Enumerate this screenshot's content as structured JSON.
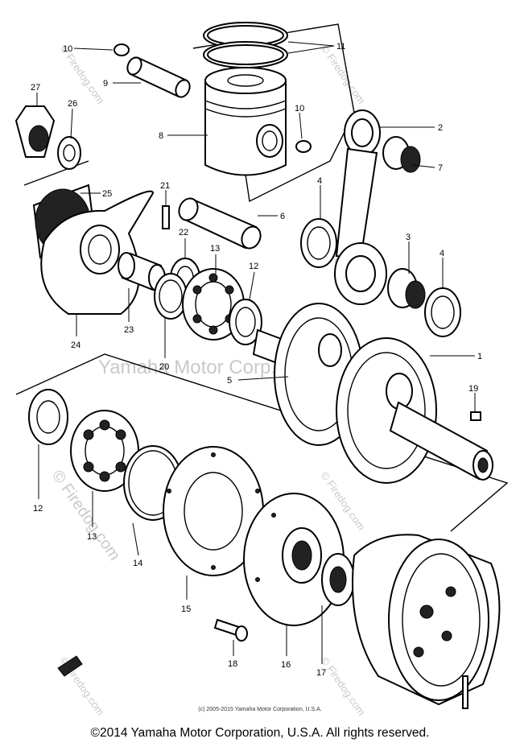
{
  "diagram": {
    "watermark_center": "Yamaha Motor Corp., U.S.A.",
    "watermark_side": "© Firedog.com",
    "watermark_repeat": "© Firedog.com",
    "small_copyright": "(c) 2005-2015 Yamaha Motor Corporation, U.S.A.",
    "footer_copyright": "©2014 Yamaha Motor Corporation, U.S.A. All rights reserved.",
    "callouts": {
      "p1": "1",
      "p2": "2",
      "p3": "3",
      "p4a": "4",
      "p4b": "4",
      "p5": "5",
      "p6": "6",
      "p7": "7",
      "p8": "8",
      "p9": "9",
      "p10a": "10",
      "p10b": "10",
      "p11": "11",
      "p12a": "12",
      "p12b": "12",
      "p13a": "13",
      "p13b": "13",
      "p14": "14",
      "p15": "15",
      "p16": "16",
      "p17": "17",
      "p18": "18",
      "p19": "19",
      "p20": "20",
      "p21": "21",
      "p22": "22",
      "p23": "23",
      "p24": "24",
      "p25": "25",
      "p26": "26",
      "p27": "27"
    }
  }
}
